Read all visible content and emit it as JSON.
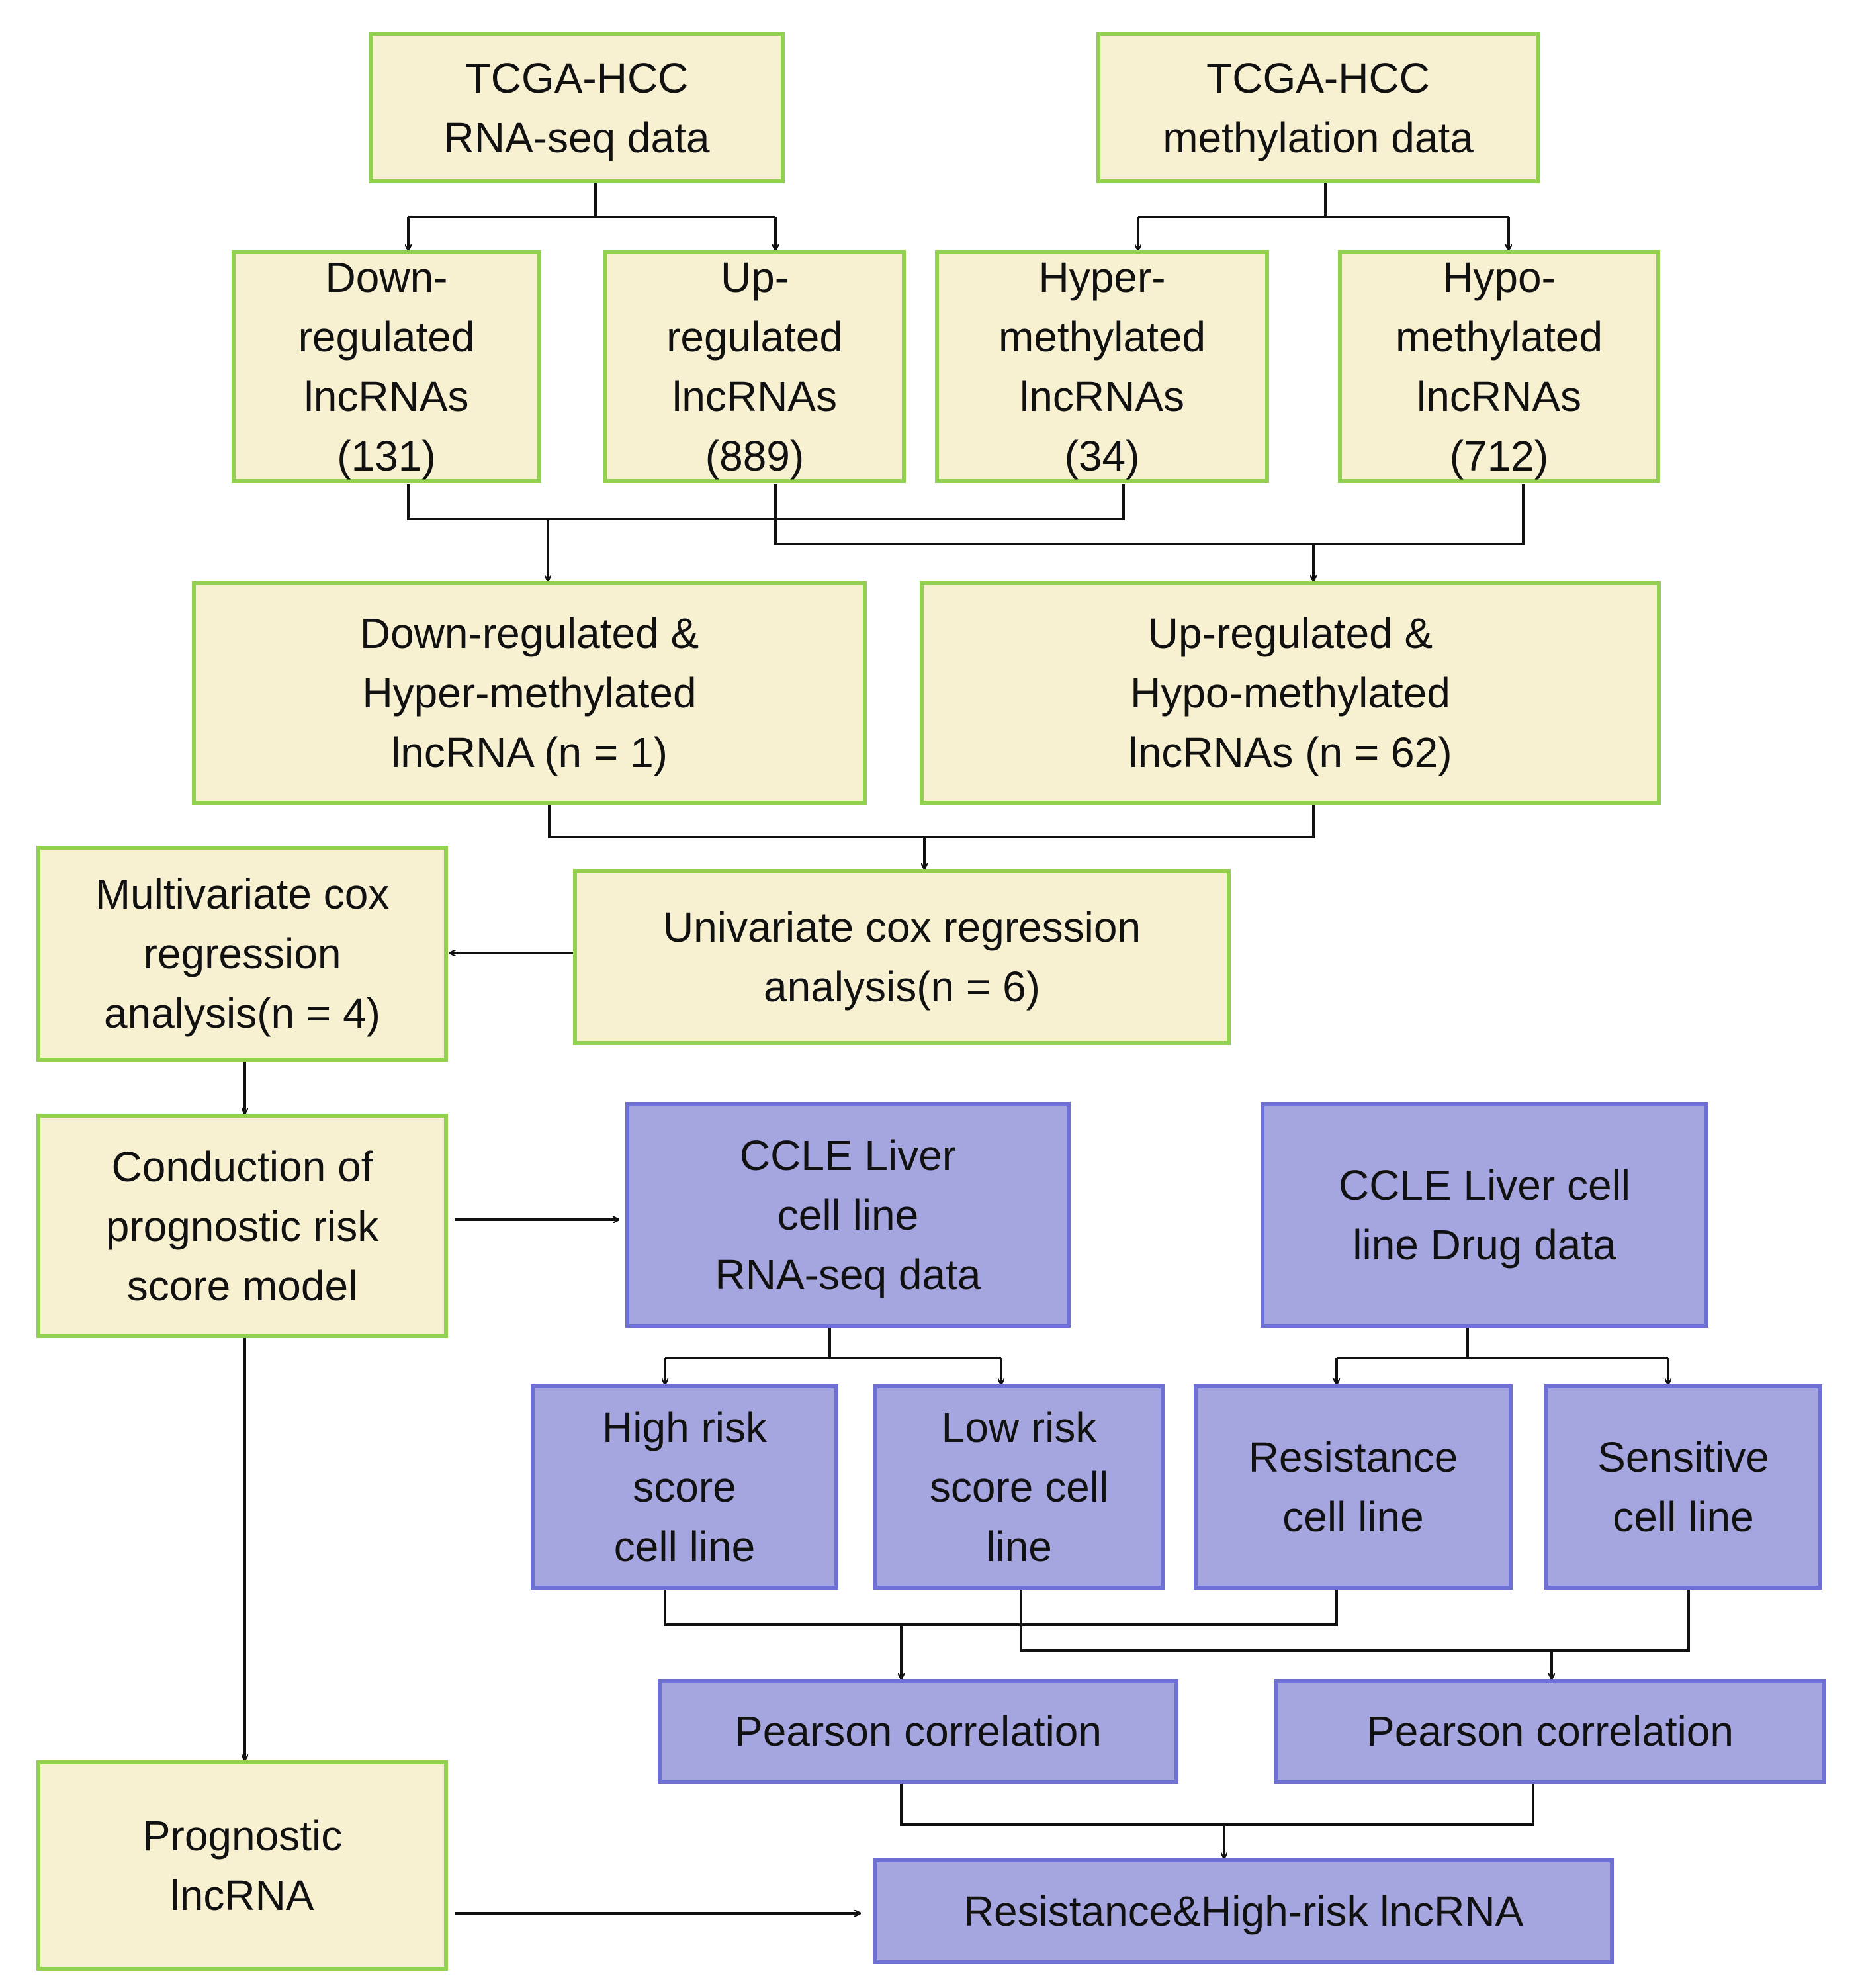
{
  "colors": {
    "green_fill": "#f7f1d1",
    "green_border": "#92d050",
    "purple_fill": "#a5a5df",
    "purple_border": "#6f70d4",
    "line": "#111111"
  },
  "nodes": {
    "tcga_rnaseq": "TCGA-HCC\nRNA-seq data",
    "tcga_methylation": "TCGA-HCC\nmethylation data",
    "down_regulated": "Down-\nregulated\nlncRNAs\n(131)",
    "up_regulated": "Up-\nregulated\nlncRNAs\n(889)",
    "hyper_methylated": "Hyper-\nmethylated\nlncRNAs\n(34)",
    "hypo_methylated": "Hypo-\nmethylated\nlncRNAs\n(712)",
    "down_hyper": "Down-regulated &\nHyper-methylated\nlncRNA (n = 1)",
    "up_hypo": "Up-regulated &\nHypo-methylated\nlncRNAs (n = 62)",
    "multivariate_cox": "Multivariate cox\nregression\nanalysis(n = 4)",
    "univariate_cox": "Univariate cox regression\nanalysis(n = 6)",
    "risk_model": "Conduction of\nprognostic risk\nscore model",
    "ccle_rnaseq": "CCLE Liver\ncell line\nRNA-seq data",
    "ccle_drug": "CCLE Liver cell\nline Drug data",
    "high_risk": "High risk\nscore\ncell line",
    "low_risk": "Low risk\nscore cell\nline",
    "resistance": "Resistance\ncell line",
    "sensitive": "Sensitive\ncell line",
    "pearson_left": "Pearson correlation",
    "pearson_right": "Pearson correlation",
    "prognostic": "Prognostic\nlncRNA",
    "resistance_high_risk": "Resistance&High-risk lncRNA"
  }
}
